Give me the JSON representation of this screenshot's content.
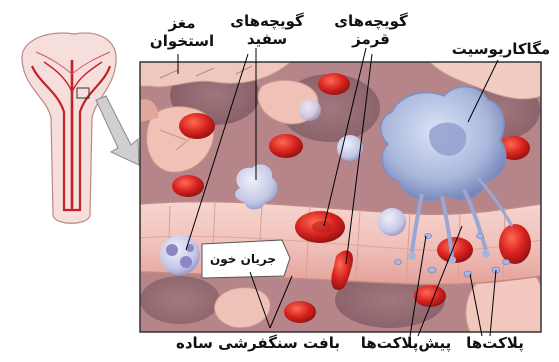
{
  "labels": {
    "marrow": [
      "مغز",
      "استخوان"
    ],
    "white_cells": [
      "گویچه‌های",
      "سفید"
    ],
    "red_cells": [
      "گویچه‌های",
      "قرمز"
    ],
    "megakaryocyte": "مگاکاریوسیت",
    "blood_flow": "جریان خون",
    "epithelium": "بافت سنگفرشی ساده",
    "proplatelets": "پیش‌پلاکت‌ها",
    "platelets": "پلاکت‌ها"
  },
  "colors": {
    "marrow_bg": "#b6858a",
    "vessel": "#f1c9c4",
    "red_cell": "#d8231f",
    "white_cell": "#c3c7e6",
    "megakaryocyte": "#a9b6dc",
    "bone": "#f3d9d7"
  }
}
